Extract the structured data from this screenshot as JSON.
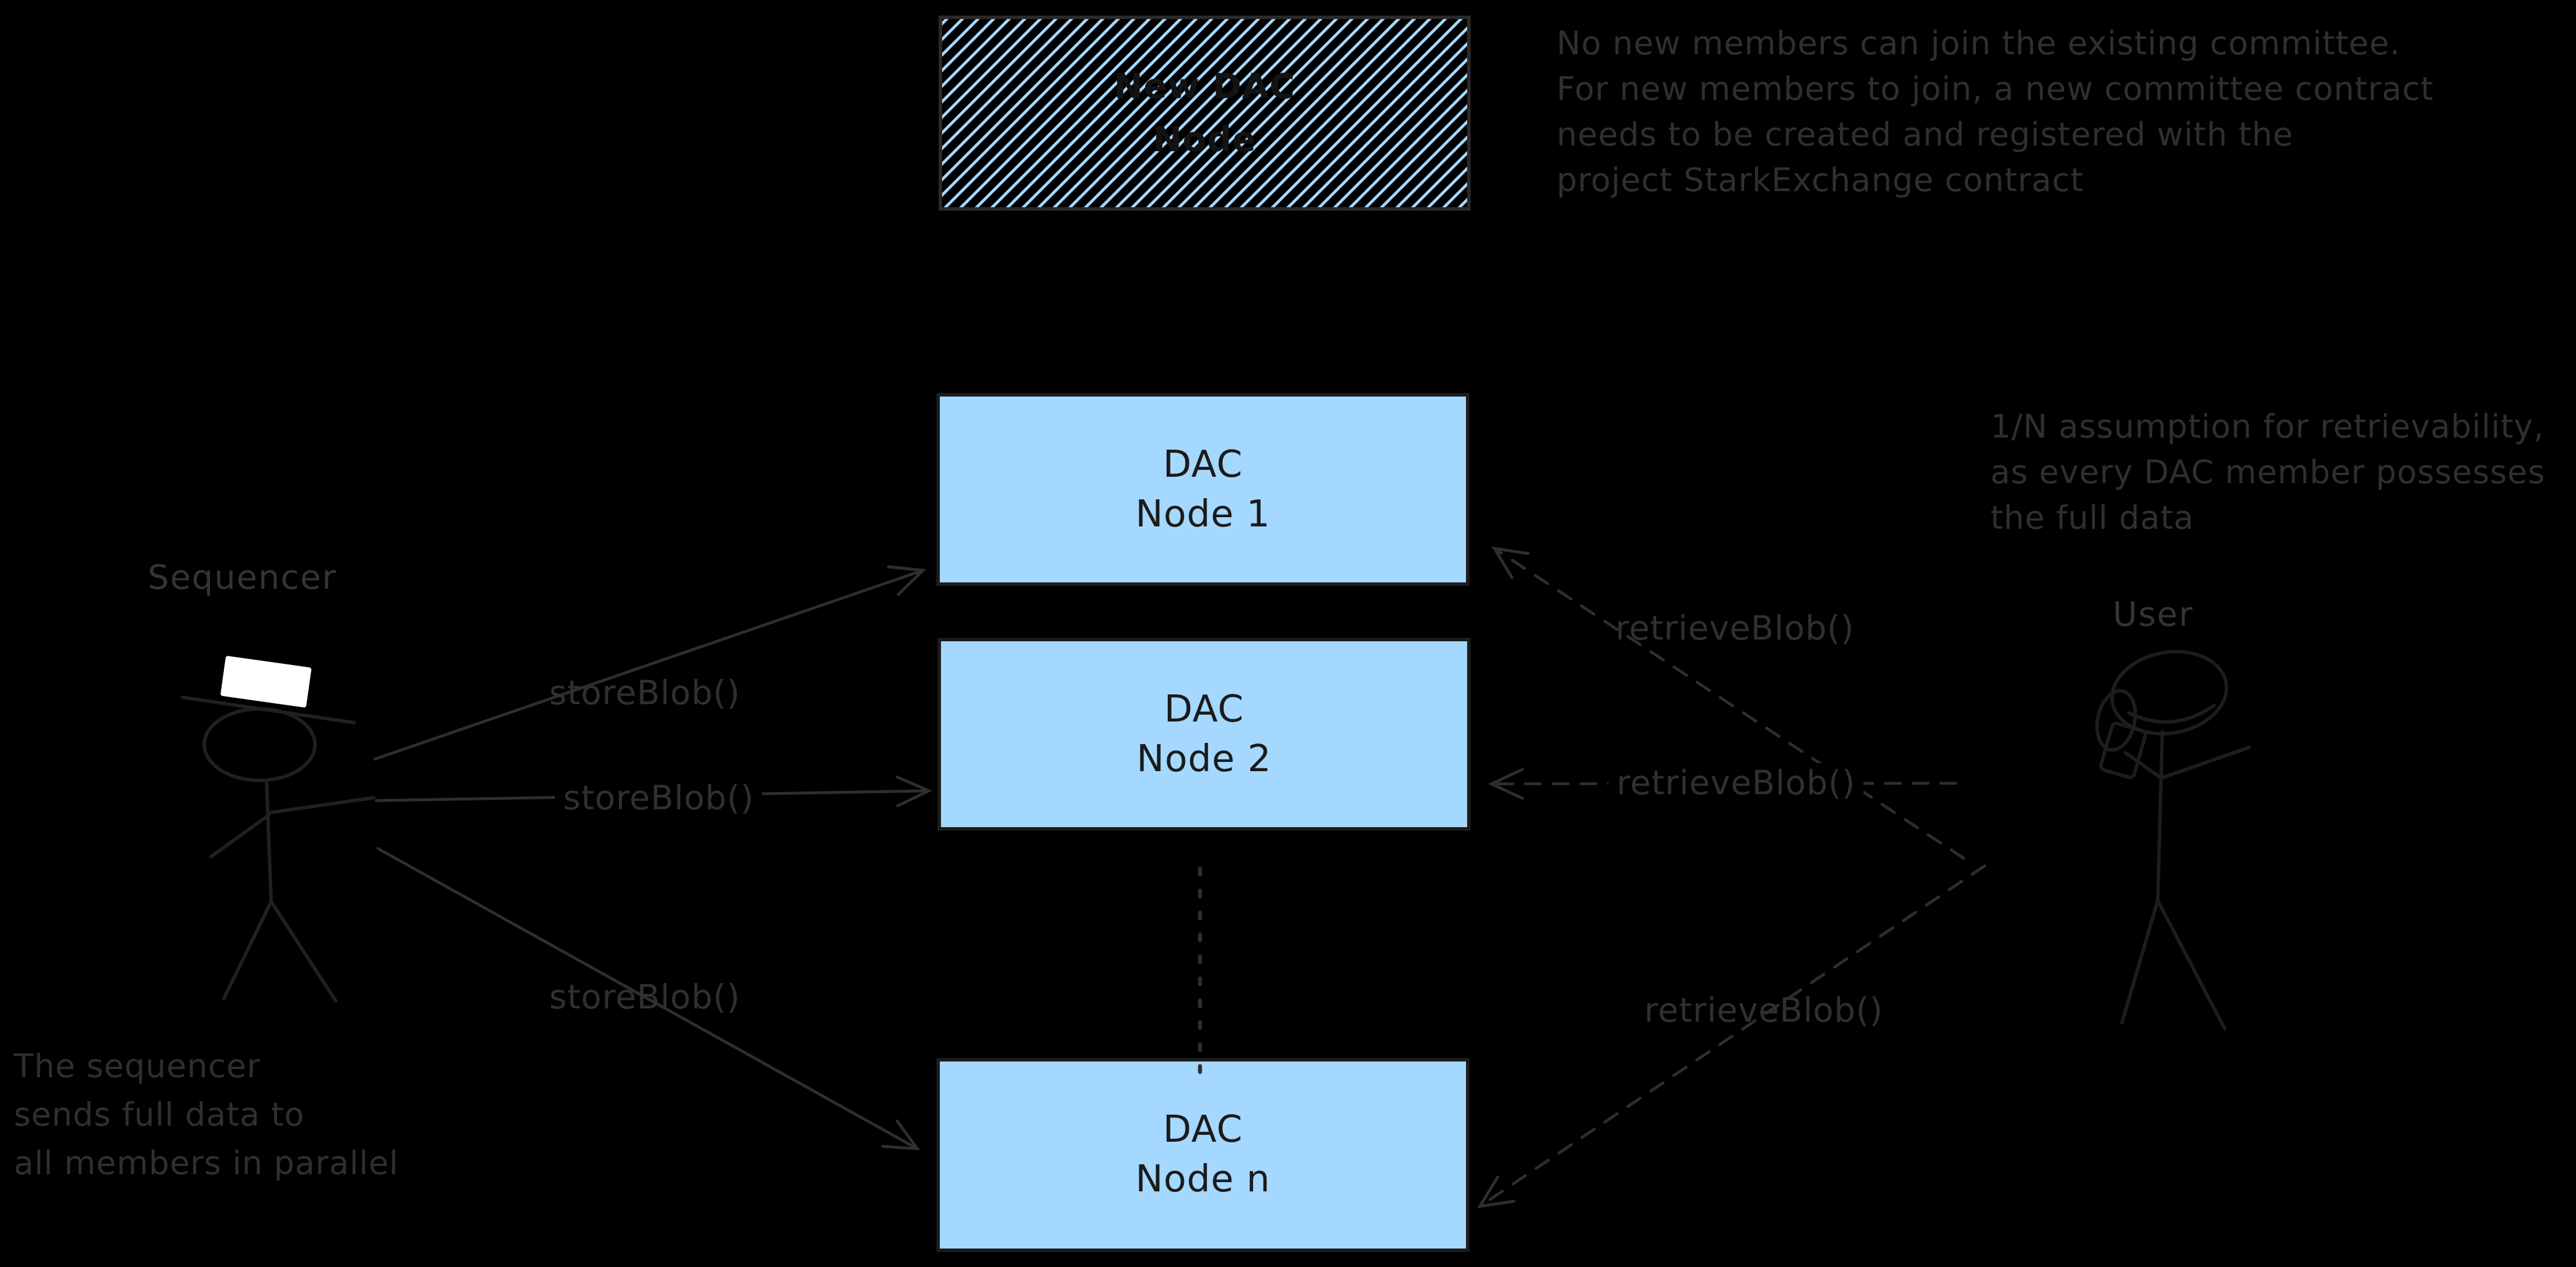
{
  "colors": {
    "background": "#000000",
    "node_fill": "#a5d8ff",
    "hatch_line": "#a5d8ff",
    "ink_stroke": "#2e2e2e",
    "box_text": "#1b1b1b",
    "hat_fill": "#ffffff"
  },
  "hatched_box": {
    "label": "New DAC\nNode"
  },
  "dac_nodes": [
    {
      "label": "DAC\nNode 1"
    },
    {
      "label": "DAC\nNode 2"
    },
    {
      "label": "DAC\nNode n"
    }
  ],
  "actors": {
    "sequencer_label": "Sequencer",
    "user_label": "User"
  },
  "edge_labels": {
    "store_blob": "storeBlob()",
    "retrieve_blob": "retrieveBlob()"
  },
  "annotations": {
    "committee_note": "No new members can join the existing committee.\nFor new members to join, a new committee contract\nneeds to be created and registered with the\nproject StarkExchange contract",
    "retrievability_note": "1/N assumption for retrievability,\nas every DAC member possesses\nthe full data",
    "parallel_note": "The sequencer\nsends full data to\nall members in parallel"
  }
}
